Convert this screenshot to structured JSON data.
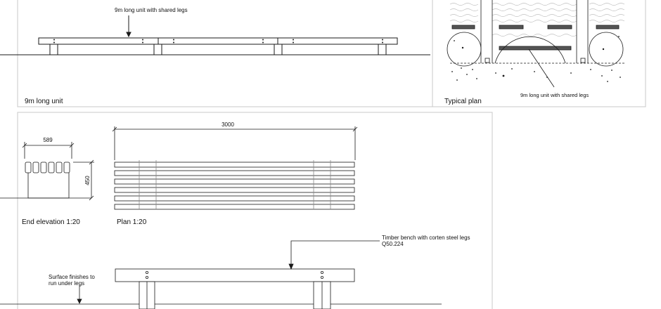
{
  "top_elevation": {
    "callout": "9m long unit with shared legs",
    "title": "9m long unit"
  },
  "typical_plan": {
    "title": "Typical plan",
    "callout": "9m long unit with shared legs"
  },
  "end_elevation": {
    "title": "End elevation 1:20",
    "width_dim": "589",
    "height_dim": "450"
  },
  "plan": {
    "title": "Plan 1:20",
    "length_dim": "3000"
  },
  "side_elevation": {
    "product_note_line1": "Timber bench with corten steel legs",
    "product_note_line2": "Q50.224",
    "surface_note_line1": "Surface finishes to",
    "surface_note_line2": "run under legs"
  },
  "colors": {
    "line": "#1a1a1a",
    "panel_border": "#c8c8c8"
  }
}
